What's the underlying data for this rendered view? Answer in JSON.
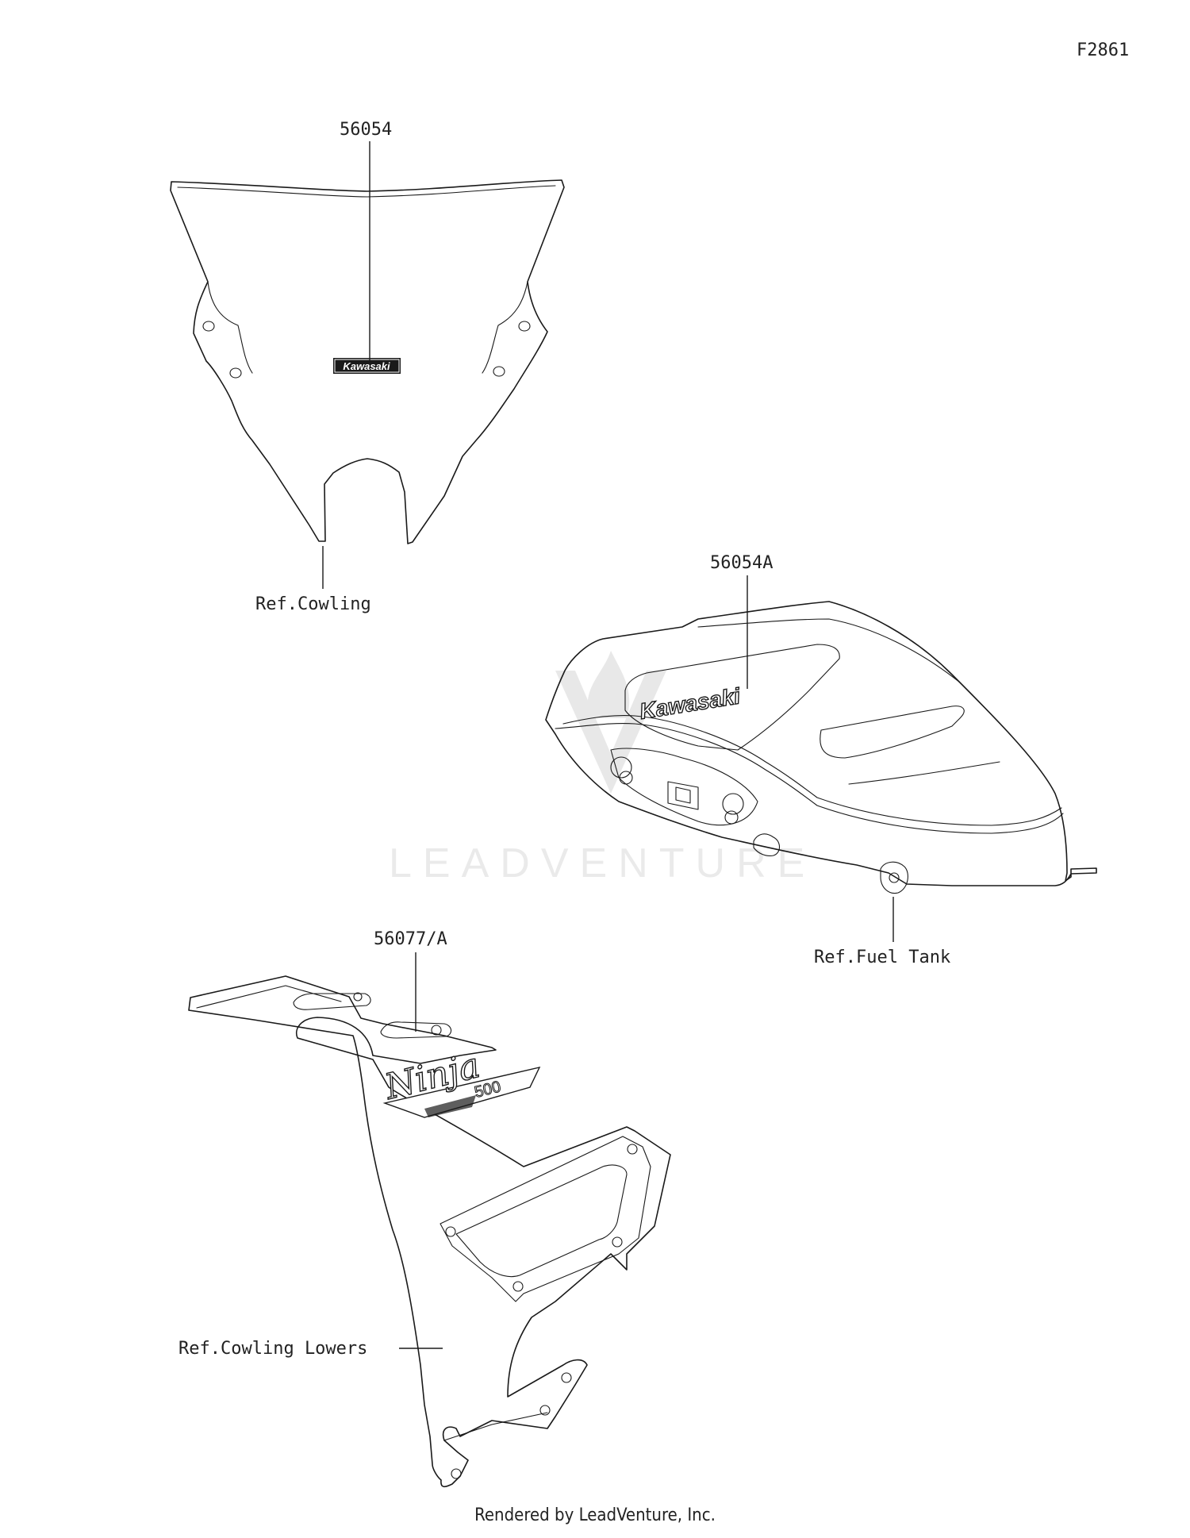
{
  "diagram_id": "F2861",
  "watermark": "LEADVENTURE",
  "footer": "Rendered by LeadVenture, Inc.",
  "callouts": {
    "windshield_part": "56054",
    "windshield_ref": "Ref.Cowling",
    "tank_part": "56054A",
    "tank_ref": "Ref.Fuel Tank",
    "cowl_part": "56077/A",
    "cowl_ref": "Ref.Cowling Lowers"
  },
  "decals": {
    "windshield_logo": "Kawasaki",
    "tank_logo": "Kawasaki",
    "cowl_logo": "Ninja",
    "cowl_model": "500"
  }
}
